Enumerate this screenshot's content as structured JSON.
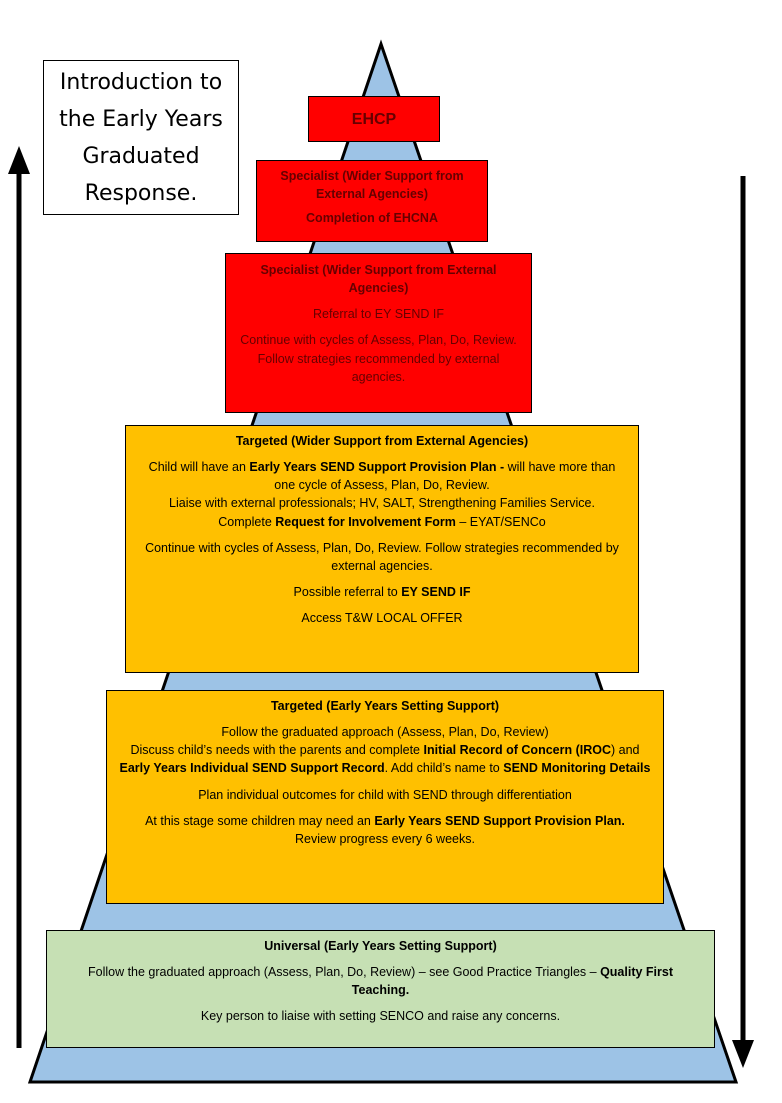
{
  "intro": {
    "line1": "Introduction to",
    "line2": "the Early Years",
    "line3": "Graduated",
    "line4": "Response."
  },
  "ehcp": {
    "label": "EHCP"
  },
  "specialist_ehcna": {
    "title": "Specialist (Wider Support from External Agencies)",
    "completion": "Completion of EHCNA"
  },
  "specialist_referral": {
    "title": "Specialist (Wider Support from External Agencies)",
    "referral": "Referral to EY SEND IF",
    "continue": "Continue with cycles of Assess, Plan, Do, Review. Follow strategies recommended by external agencies."
  },
  "targeted_external": {
    "title": "Targeted (Wider Support from External Agencies)",
    "l1_a": "Child will have an ",
    "l1_b": "Early Years SEND Support Provision Plan - ",
    "l1_c": " will have more than one cycle of Assess, Plan, Do, Review.",
    "l2": "Liaise with external professionals; HV, SALT, Strengthening Families Service.",
    "l3_a": "Complete ",
    "l3_b": "Request for Involvement Form",
    "l3_c": " – EYAT/SENCo",
    "l4": "Continue with cycles of Assess, Plan, Do, Review. Follow strategies recommended by external agencies.",
    "l5_a": "Possible referral to ",
    "l5_b": "EY SEND IF",
    "l6": "Access T&W LOCAL OFFER"
  },
  "targeted_setting": {
    "title": "Targeted (Early Years Setting Support)",
    "l1": "Follow the graduated approach (Assess, Plan, Do, Review)",
    "l2_a": "Discuss child’s needs with the parents and complete ",
    "l2_b": "Initial Record of Concern (IROC",
    "l2_c": ") and ",
    "l2_d": "Early Years Individual SEND Support Record",
    "l2_e": ". Add child’s name to ",
    "l2_f": "SEND Monitoring Details",
    "l3": "Plan individual outcomes for child with SEND through differentiation",
    "l4_a": "At this stage some children may need an ",
    "l4_b": "Early Years SEND Support Provision Plan.",
    "l5": "Review progress every 6 weeks."
  },
  "universal": {
    "title": "Universal (Early Years Setting Support)",
    "l1_a": "Follow the graduated approach (Assess, Plan, Do, Review) – see Good Practice Triangles – ",
    "l1_b": "Quality First Teaching.",
    "l2": "Key person to liaise with setting SENCO and raise any concerns."
  },
  "colors": {
    "pyramid": "#9dc3e6",
    "red": "#ff0000",
    "amber": "#ffc000",
    "green": "#c6e0b4"
  }
}
